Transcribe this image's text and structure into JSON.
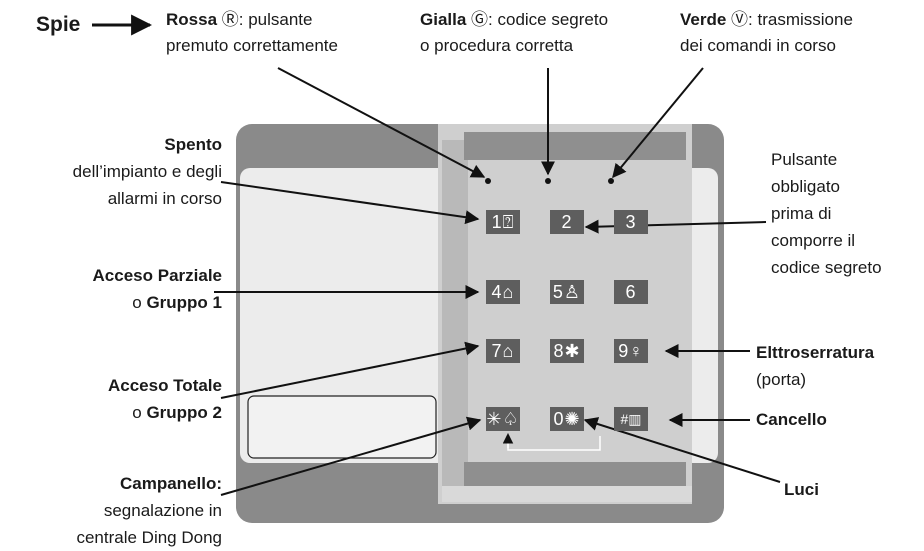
{
  "spie": {
    "label": "Spie"
  },
  "indicators": {
    "rossa": {
      "name": "Rossa",
      "symbol": "Ⓡ",
      "text": ": pulsante",
      "line2": "premuto correttamente"
    },
    "gialla": {
      "name": "Gialla",
      "symbol": "Ⓖ",
      "text": ": codice segreto",
      "line2": "o procedura corretta"
    },
    "verde": {
      "name": "Verde",
      "symbol": "Ⓥ",
      "text": ": trasmissione",
      "line2": "dei comandi in corso"
    }
  },
  "left_labels": {
    "spento": {
      "title": "Spento",
      "line2": "dell’impianto e degli",
      "line3": "allarmi in corso"
    },
    "parziale": {
      "title": "Acceso Parziale",
      "prefix": "o ",
      "group": "Gruppo 1"
    },
    "totale": {
      "title": "Acceso Totale",
      "prefix": "o ",
      "group": "Gruppo 2"
    },
    "campanello": {
      "title": "Campanello:",
      "line2": "segnalazione in",
      "line3": "centrale Ding Dong"
    }
  },
  "right_labels": {
    "pulsante": {
      "l1": "Pulsante",
      "l2": "obbligato",
      "l3": "prima di",
      "l4": "comporre il",
      "l5": "codice segreto"
    },
    "elettro": {
      "title": "Elttroserratura",
      "sub": "(porta)"
    },
    "cancello": {
      "title": "Cancello"
    },
    "luci": {
      "title": "Luci"
    }
  },
  "keys": {
    "k1": "1⍰",
    "k2": "2",
    "k3": "3",
    "k4": "4⌂",
    "k5": "5♙",
    "k6": "6",
    "k7": "7⌂",
    "k8": "8✱",
    "k9": "9♀",
    "kstar": "✳♤",
    "k0": "0✺",
    "khash": "#▥"
  }
}
